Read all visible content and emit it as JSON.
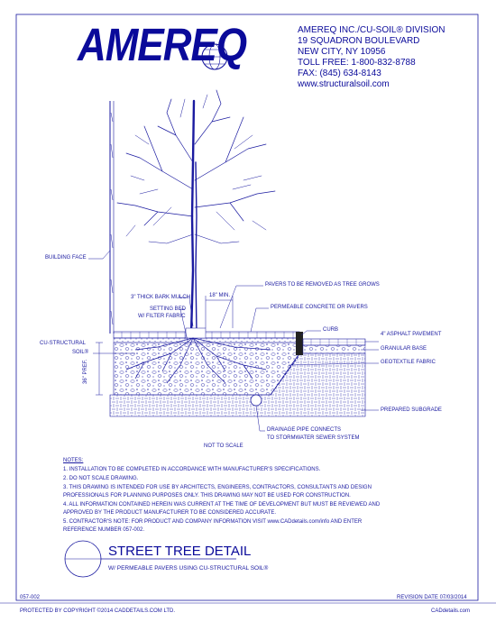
{
  "logo": "AMEREQ",
  "company": {
    "line1": "AMEREQ INC./CU-SOIL® DIVISION",
    "line2": "19 SQUADRON BOULEVARD",
    "line3": "NEW CITY, NY 10956",
    "line4": "TOLL FREE: 1-800-832-8788",
    "line5": "FAX: (845) 634-8143",
    "line6": "www.structuralsoil.com"
  },
  "labels": {
    "building_face": "BUILDING FACE",
    "pavers_removed": "PAVERS TO BE REMOVED AS TREE GROWS",
    "min_18": "18\" MIN.",
    "bark_mulch": "3\" THICK BARK MULCH",
    "permeable": "PERMEABLE CONCRETE OR PAVERS",
    "setting_bed_1": "SETTING BED",
    "setting_bed_2": "W/ FILTER FABRIC",
    "curb": "CURB",
    "asphalt": "4\" ASPHALT PAVEMENT",
    "granular": "GRANULAR BASE",
    "geotextile": "GEOTEXTILE FABRIC",
    "cu_soil_1": "CU-STRUCTURAL",
    "cu_soil_2": "SOIL®",
    "depth": "36\" PREF.",
    "subgrade": "PREPARED SUBGRADE",
    "drain_1": "DRAINAGE PIPE CONNECTS",
    "drain_2": "TO STORMWATER SEWER SYSTEM",
    "not_to_scale": "NOT TO SCALE"
  },
  "notes": {
    "heading": "NOTES:",
    "n1": "1.   INSTALLATION TO BE COMPLETED IN ACCORDANCE WITH MANUFACTURER'S SPECIFICATIONS.",
    "n2": "2.   DO NOT SCALE DRAWING.",
    "n3a": "3.   THIS DRAWING IS INTENDED FOR USE BY ARCHITECTS, ENGINEERS, CONTRACTORS, CONSULTANTS AND DESIGN",
    "n3b": "      PROFESSIONALS FOR PLANNING PURPOSES ONLY.  THIS DRAWING MAY NOT BE USED FOR CONSTRUCTION.",
    "n4a": "4.   ALL INFORMATION CONTAINED HEREIN WAS CURRENT AT THE TIME OF DEVELOPMENT BUT MUST BE REVIEWED AND",
    "n4b": "      APPROVED BY THE PRODUCT MANUFACTURER TO BE CONSIDERED ACCURATE.",
    "n5a": "5.   CONTRACTOR'S NOTE: FOR PRODUCT AND COMPANY INFORMATION VISIT www.CADdetails.com/info AND ENTER",
    "n5b": "      REFERENCE NUMBER 057-002."
  },
  "title": "STREET TREE DETAIL",
  "subtitle": "W/ PERMEABLE PAVERS USING CU-STRUCTURAL SOIL®",
  "footer": {
    "ref": "057-002",
    "revision": "REVISION DATE 07/03/2014",
    "copyright": "PROTECTED BY COPYRIGHT ©2014 CADDETAILS.COM LTD.",
    "site": "CADdetails.com"
  },
  "colors": {
    "ink": "#1a1aa0",
    "logo": "#0a0a9a",
    "curb": "#222222"
  }
}
